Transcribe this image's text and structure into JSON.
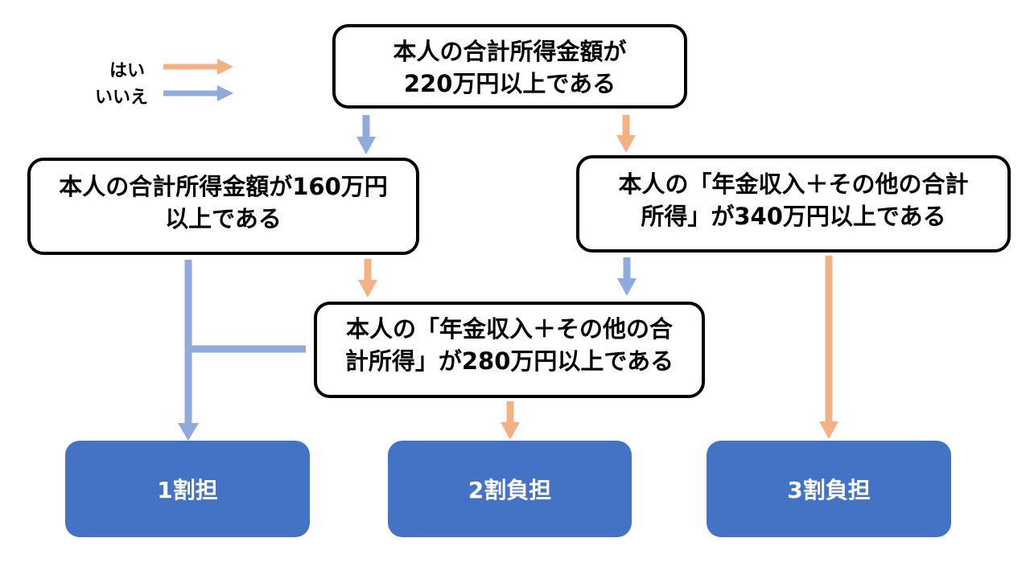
{
  "colors": {
    "yes": "#f4b183",
    "no": "#8faadc",
    "result_fill": "#4472c4",
    "node_border": "#000000"
  },
  "legend": {
    "yes_label": "はい",
    "no_label": "いいえ"
  },
  "nodes": {
    "q1": "本人の合計所得金額が\n220万円以上である",
    "q2": "本人の合計所得金額が160万円\n以上である",
    "q3": "本人の「年金収入＋その他の合計\n所得」が340万円以上である",
    "q4": "本人の「年金収入＋その他の合\n計所得」が280万円以上である"
  },
  "results": {
    "r1": "1割担",
    "r2": "2割負担",
    "r3": "3割負担"
  },
  "edges": [
    {
      "from": "q1",
      "to": "q2",
      "answer": "no"
    },
    {
      "from": "q1",
      "to": "q3",
      "answer": "yes"
    },
    {
      "from": "q2",
      "to": "r1",
      "answer": "no"
    },
    {
      "from": "q2",
      "to": "q4",
      "answer": "yes"
    },
    {
      "from": "q3",
      "to": "q4",
      "answer": "no"
    },
    {
      "from": "q3",
      "to": "r3",
      "answer": "yes"
    },
    {
      "from": "q4",
      "to": "r1",
      "answer": "no"
    },
    {
      "from": "q4",
      "to": "r2",
      "answer": "yes"
    }
  ]
}
